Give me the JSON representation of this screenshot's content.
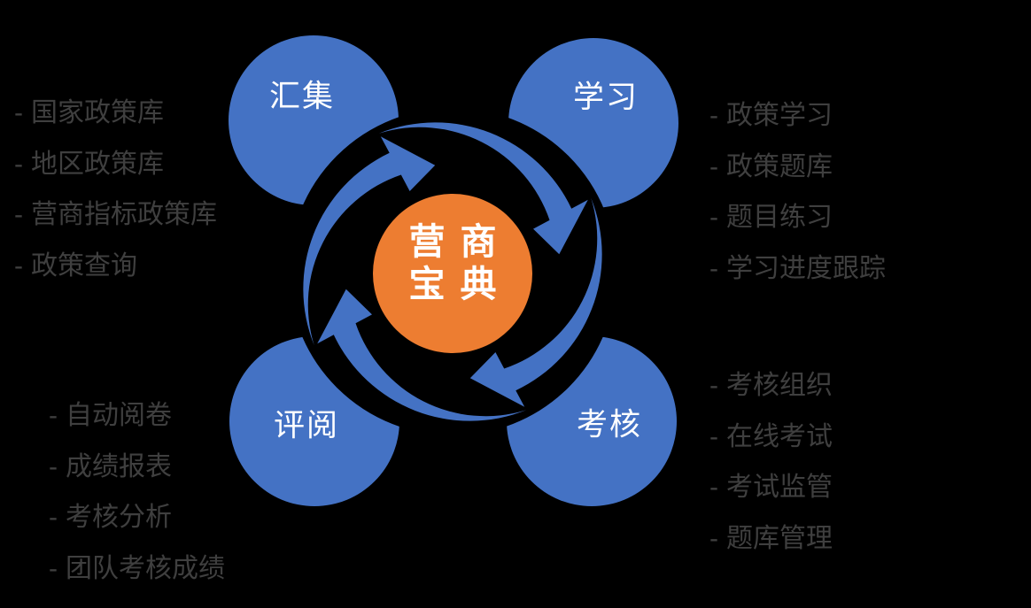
{
  "diagram": {
    "center": {
      "line1": "营商",
      "line2": "宝典"
    },
    "list_bullet": "-",
    "nodes": [
      {
        "id": "collect",
        "label": "汇集",
        "items": [
          "国家政策库",
          "地区政策库",
          "营商指标政策库",
          "政策查询"
        ]
      },
      {
        "id": "study",
        "label": "学习",
        "items": [
          "政策学习",
          "政策题库",
          "题目练习",
          "学习进度跟踪"
        ]
      },
      {
        "id": "assess",
        "label": "考核",
        "items": [
          "考核组织",
          "在线考试",
          "考试监管",
          "题库管理"
        ]
      },
      {
        "id": "review",
        "label": "评阅",
        "items": [
          "自动阅卷",
          "成绩报表",
          "考核分析",
          "团队考核成绩"
        ]
      }
    ],
    "colors": {
      "node": "#4472C4",
      "center": "#ED7D31",
      "label": "#FFFFFF",
      "text": "#3F3F3F",
      "background": "#000000"
    }
  }
}
